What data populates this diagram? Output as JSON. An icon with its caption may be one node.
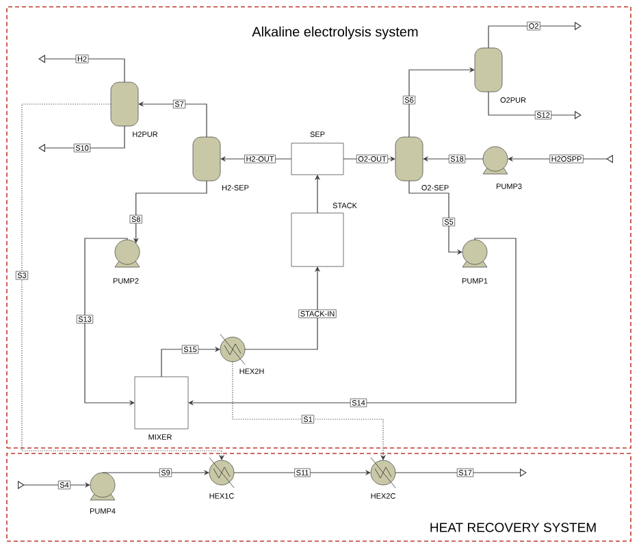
{
  "diagram": {
    "nodes": [
      {
        "text": [
          "Alkaline electrolysis system"
        ]
      },
      {
        "text": [
          "H2PUR"
        ],
        "in": 0
      },
      {
        "text": [
          "O2PUR"
        ],
        "in": 0
      },
      {
        "text": [
          "SEP"
        ],
        "in": 0
      },
      {
        "text": [
          "H2-SEP"
        ],
        "in": 0
      },
      {
        "text": [
          "O2-SEP"
        ],
        "in": 0
      },
      {
        "text": [
          "PUMP3"
        ],
        "in": 0
      },
      {
        "text": [
          "STACK"
        ],
        "in": 0
      },
      {
        "text": [
          "PUMP2"
        ],
        "in": 0
      },
      {
        "text": [
          "PUMP1"
        ],
        "in": 0
      },
      {
        "text": [
          "HEX2H"
        ],
        "in": 0
      },
      {
        "text": [
          "MIXER"
        ],
        "in": 0
      },
      {
        "text": [
          "HEAT RECOVERY SYSTEM"
        ]
      },
      {
        "text": [
          "PUMP4"
        ],
        "in": 12
      },
      {
        "text": [
          "HEX1C"
        ],
        "in": 12
      },
      {
        "text": [
          "HEX2C"
        ],
        "in": 12
      }
    ],
    "edges": [
      {
        "from": 1,
        "to": null,
        "arrow": "to",
        "label": "H2"
      },
      {
        "from": 1,
        "to": null,
        "arrow": "to",
        "label": "S10"
      },
      {
        "from": 4,
        "to": 1,
        "arrow": "to",
        "label": "S7"
      },
      {
        "from": 1,
        "to": 14,
        "arrow": "to",
        "label": "S3",
        "style": "dashed"
      },
      {
        "from": 3,
        "to": 4,
        "arrow": "to",
        "label": "H2-OUT"
      },
      {
        "from": 3,
        "to": 5,
        "arrow": "to",
        "label": "O2-OUT"
      },
      {
        "from": 7,
        "to": 3,
        "arrow": "to"
      },
      {
        "from": 5,
        "to": 2,
        "arrow": "to",
        "label": "S6"
      },
      {
        "from": 2,
        "to": null,
        "arrow": "to",
        "label": "O2"
      },
      {
        "from": 2,
        "to": null,
        "arrow": "to",
        "label": "S12"
      },
      {
        "from": 6,
        "to": 5,
        "arrow": "to",
        "label": "S18"
      },
      {
        "from": null,
        "to": 6,
        "arrow": "to",
        "label": "H2OSPP"
      },
      {
        "from": 5,
        "to": 9,
        "arrow": "to",
        "label": "S5"
      },
      {
        "from": 9,
        "to": 11,
        "arrow": "to",
        "label": "S14"
      },
      {
        "from": 4,
        "to": 8,
        "arrow": "to",
        "label": "S8"
      },
      {
        "from": 8,
        "to": 11,
        "arrow": "to",
        "label": "S13"
      },
      {
        "from": 11,
        "to": 10,
        "arrow": "to",
        "label": "S15"
      },
      {
        "from": 10,
        "to": 7,
        "arrow": "to",
        "label": "STACK-IN"
      },
      {
        "from": 10,
        "to": 15,
        "arrow": "to",
        "label": "S1",
        "style": "dashed"
      },
      {
        "from": null,
        "to": 13,
        "arrow": "to",
        "label": "S4"
      },
      {
        "from": 13,
        "to": 14,
        "arrow": "to",
        "label": "S9"
      },
      {
        "from": 14,
        "to": 15,
        "arrow": "to",
        "label": "S11"
      },
      {
        "from": 15,
        "to": null,
        "arrow": "to",
        "label": "S17"
      }
    ]
  }
}
